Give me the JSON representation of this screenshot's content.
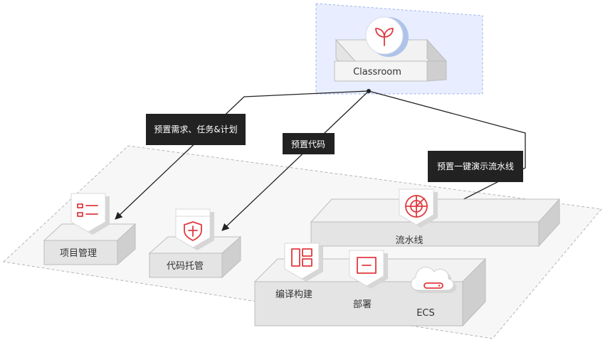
{
  "top_node": {
    "label": "Classroom",
    "icon": "sprout-icon"
  },
  "connectors": [
    {
      "label": "预置需求、任务&计划"
    },
    {
      "label": "预置代码"
    },
    {
      "label": "预置一键演示流水线"
    }
  ],
  "services": {
    "project_mgmt": {
      "label": "项目管理",
      "icon": "list-document-icon"
    },
    "code_hosting": {
      "label": "代码托管",
      "icon": "shield-icon"
    },
    "pipeline": {
      "label": "流水线",
      "icon": "radar-icon"
    },
    "build": {
      "label": "编译构建",
      "icon": "grid-layout-icon"
    },
    "deploy": {
      "label": "部署",
      "icon": "deploy-window-icon"
    },
    "ecs": {
      "label": "ECS",
      "icon": "cloud-server-icon"
    }
  },
  "colors": {
    "accent": "#e03a3e",
    "label_bg": "#222222",
    "highlight": "#e8eeff"
  }
}
